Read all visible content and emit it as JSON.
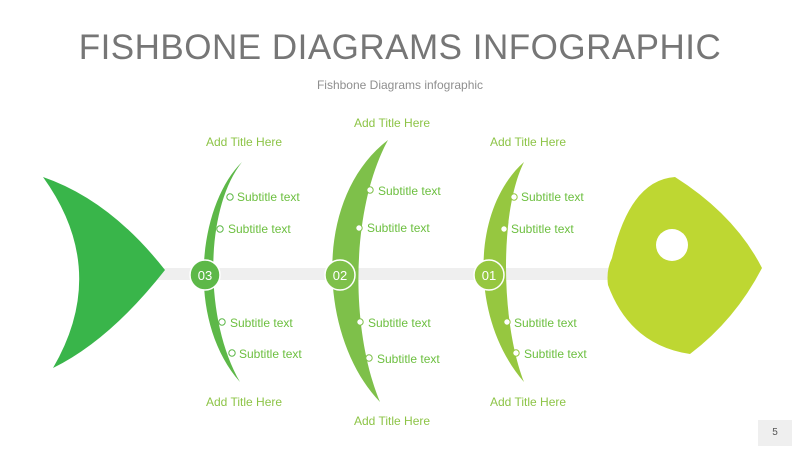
{
  "header": {
    "title": "FISHBONE DIAGRAMS INFOGRAPHIC",
    "subtitle": "Fishbone Diagrams infographic"
  },
  "colors": {
    "tail": "#39b54a",
    "head": "#bed732",
    "rib_03": "#5db848",
    "rib_02": "#7ec04a",
    "rib_01": "#96c740",
    "spine": "#efefef",
    "title_text": "#8dc447",
    "subtitle_text": "#6cbf3f"
  },
  "sections": [
    {
      "number": "03",
      "top_title": "Add Title Here",
      "bottom_title": "Add Title Here",
      "top_subtitles": [
        "Subtitle text",
        "Subtitle text"
      ],
      "bottom_subtitles": [
        "Subtitle text",
        "Subtitle text"
      ]
    },
    {
      "number": "02",
      "top_title": "Add Title Here",
      "bottom_title": "Add Title Here",
      "top_subtitles": [
        "Subtitle text",
        "Subtitle text"
      ],
      "bottom_subtitles": [
        "Subtitle text",
        "Subtitle text"
      ]
    },
    {
      "number": "01",
      "top_title": "Add Title Here",
      "bottom_title": "Add Title Here",
      "top_subtitles": [
        "Subtitle text",
        "Subtitle text"
      ],
      "bottom_subtitles": [
        "Subtitle text",
        "Subtitle text"
      ]
    }
  ],
  "page_number": "5"
}
